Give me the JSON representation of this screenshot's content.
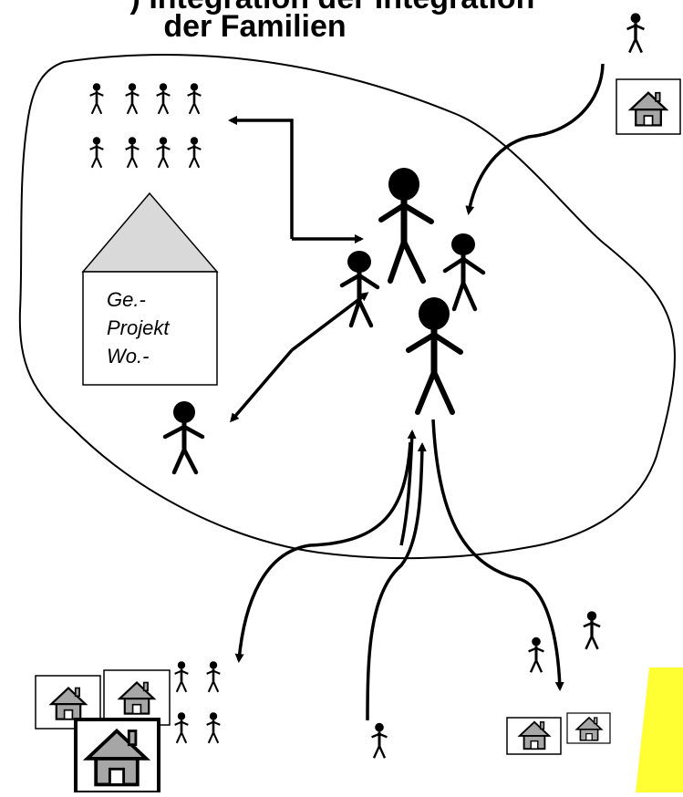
{
  "title": {
    "line1": ") Integration der Integration",
    "line2": "der Familien"
  },
  "project_house": {
    "label_lines": [
      "Ge.-",
      "Projekt",
      "Wo.-"
    ]
  },
  "colors": {
    "stroke": "#000000",
    "roof_fill": "#d9d9d9",
    "house_icon_fill": "#a6a6a6",
    "highlight_yellow": "#ffff33"
  },
  "icons": {
    "person": "stick-figure-icon",
    "house": "house-icon",
    "arrow": "curved-arrow"
  }
}
